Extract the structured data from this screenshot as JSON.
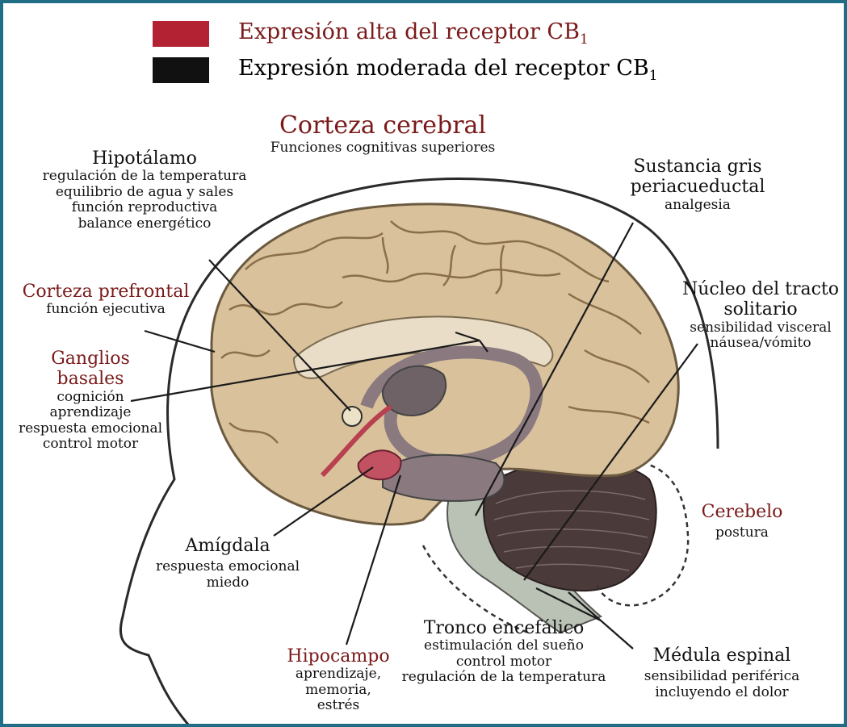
{
  "legend": {
    "high": {
      "prefix": "Expresión alta del receptor CB",
      "sub": "1",
      "color": "#b22233"
    },
    "moderate": {
      "prefix": "Expresión moderada del receptor CB",
      "sub": "1",
      "color": "#111111"
    }
  },
  "regions": {
    "corteza_cerebral": {
      "title": "Corteza cerebral",
      "lines": [
        "Funciones cognitivas superiores"
      ]
    },
    "hipotalamo": {
      "title": "Hipotálamo",
      "lines": [
        "regulación de la temperatura",
        "equilibrio de agua y sales",
        "función reproductiva",
        "balance energético"
      ]
    },
    "corteza_prefrontal": {
      "title": "Corteza prefrontal",
      "lines": [
        "función ejecutiva"
      ]
    },
    "ganglios_basales": {
      "title_1": "Ganglios",
      "title_2": "basales",
      "lines": [
        "cognición",
        "aprendizaje",
        "respuesta emocional",
        "control motor"
      ]
    },
    "amigdala": {
      "title": "Amígdala",
      "lines": [
        "respuesta emocional",
        "miedo"
      ]
    },
    "hipocampo": {
      "title": "Hipocampo",
      "lines": [
        "aprendizaje,",
        "memoria,",
        "estrés"
      ]
    },
    "tronco": {
      "title": "Tronco encefálico",
      "lines": [
        "estimulación del sueño",
        "control motor",
        "regulación de la temperatura"
      ]
    },
    "medula": {
      "title": "Médula espinal",
      "lines": [
        "sensibilidad periférica",
        "incluyendo el dolor"
      ]
    },
    "cerebelo": {
      "title": "Cerebelo",
      "lines": [
        "postura"
      ]
    },
    "nucleo": {
      "title_1": "Núcleo del tracto",
      "title_2": "solitario",
      "lines": [
        "sensibilidad visceral",
        "náusea/vómito"
      ]
    },
    "sustancia": {
      "title_1": "Sustancia gris",
      "title_2": "periacueductal",
      "lines": [
        "analgesia"
      ]
    }
  },
  "colors": {
    "frame": "#1f6e86",
    "red_label": "#7a1a1a",
    "brain": "#d8c19b",
    "limbic": "#8a7a80",
    "red_structure": "#b94050",
    "cerebellum": "#4a3a3a",
    "stem": "#b9c2b4"
  }
}
